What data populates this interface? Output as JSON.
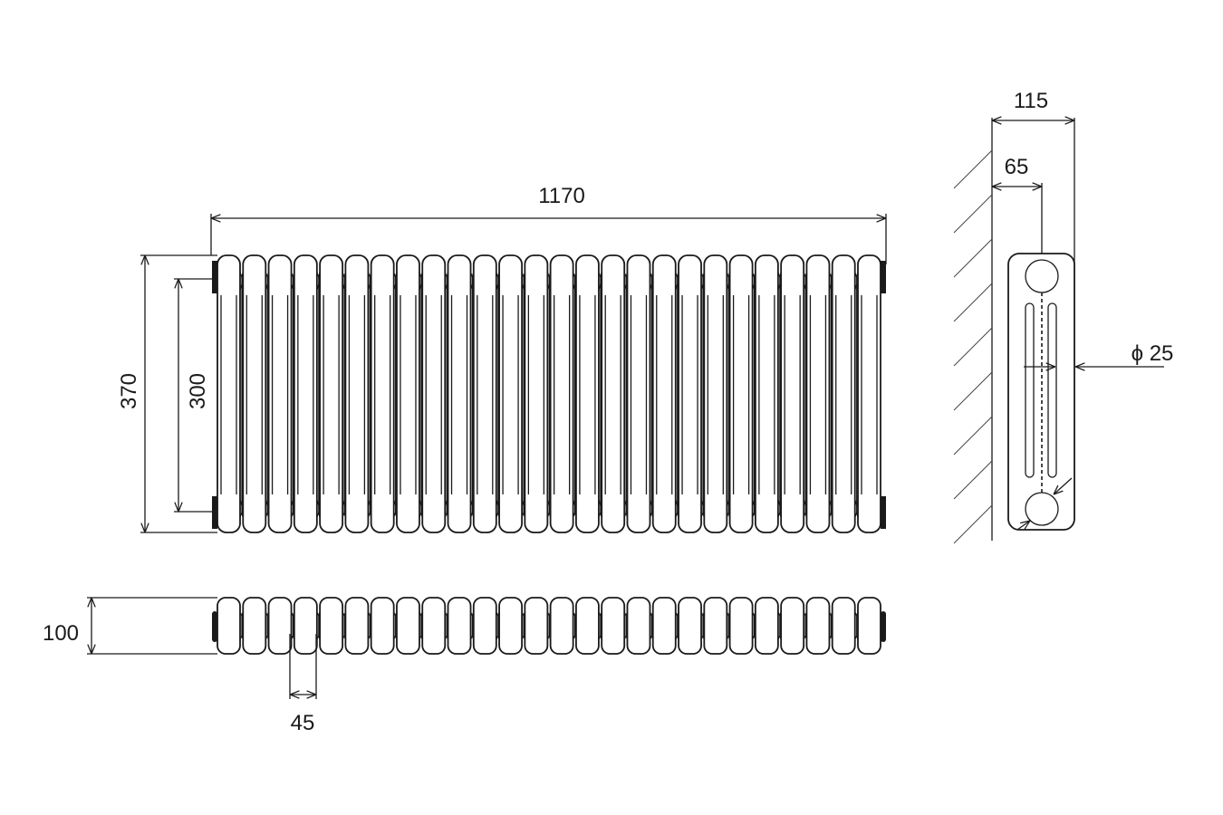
{
  "drawing": {
    "column_count": 26,
    "dimensions": {
      "overall_length": "1170",
      "overall_height": "370",
      "pipe_centres": "300",
      "depth": "100",
      "column_pitch": "45",
      "wall_to_front": "115",
      "wall_to_centre": "65",
      "pipe_diameter": "ϕ 25"
    }
  }
}
